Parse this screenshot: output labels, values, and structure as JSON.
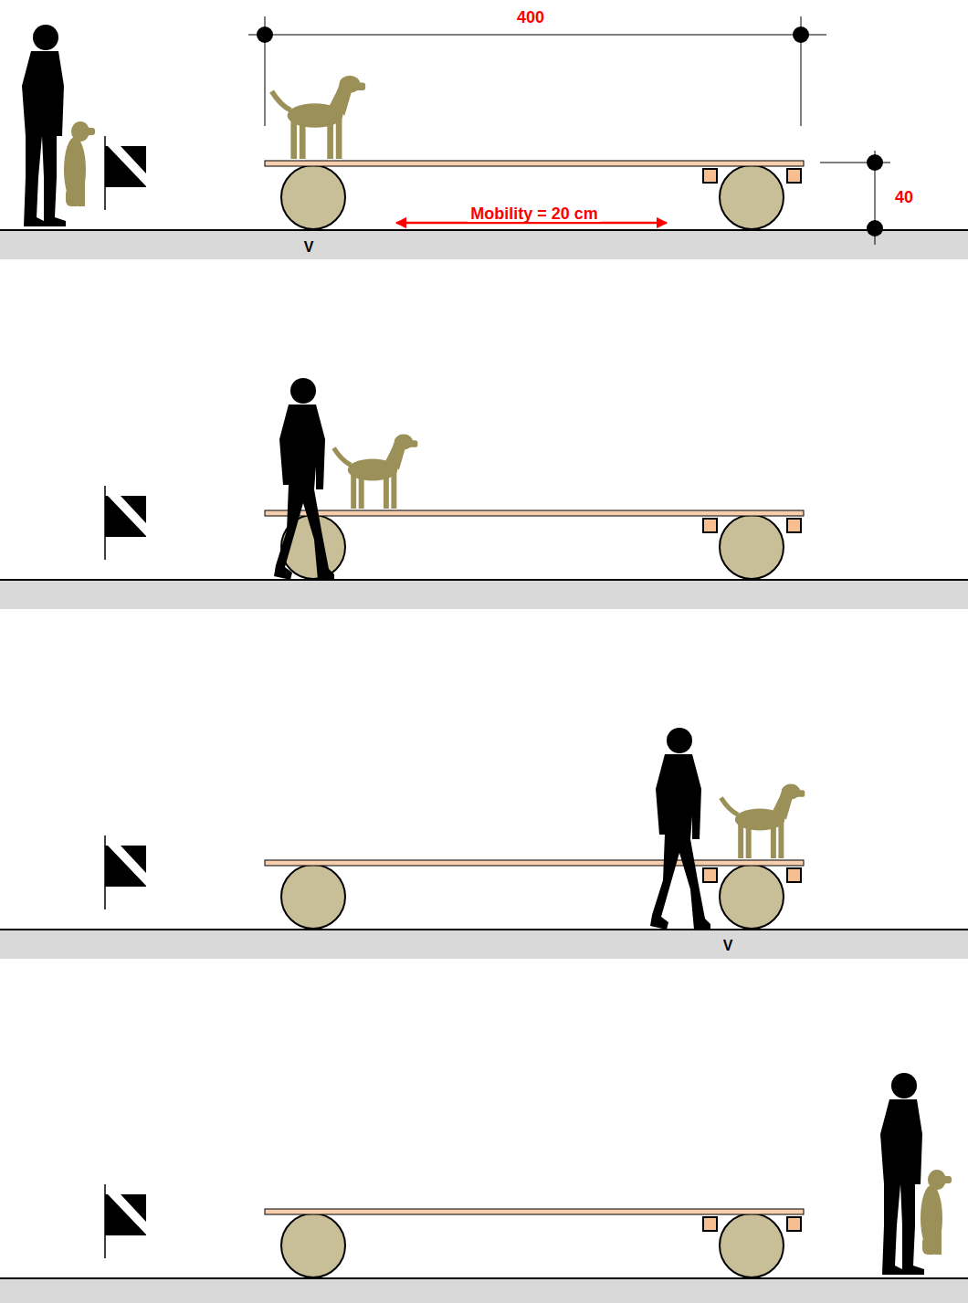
{
  "diagram": {
    "labels": [
      "400",
      "Mobility = 20 cm",
      "40",
      "V",
      "V"
    ]
  }
}
